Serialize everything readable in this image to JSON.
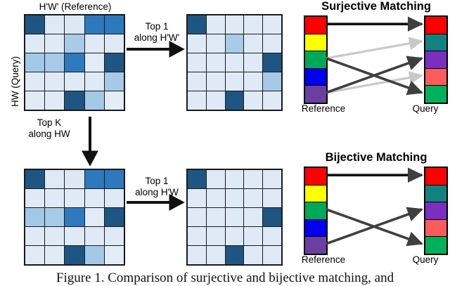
{
  "figure": {
    "caption": "Figure 1. Comparison of surjective and bijective matching, and"
  },
  "left_section": {
    "top_axis_label": "H'W' (Reference)",
    "left_axis_label": "HW (Query)",
    "vertical_op": {
      "line1": "Top K",
      "line2": "along HW"
    },
    "top_op": {
      "line1": "Top 1",
      "line2": "along H'W'"
    },
    "bottom_op": {
      "line1": "Top 1",
      "line2": "along H'W"
    }
  },
  "matrices": {
    "source": {
      "name": "similarity-matrix-source",
      "rows": 5,
      "cols": 5,
      "values": [
        [
          "#1f5582",
          "#dee9f5",
          "#dde8f4",
          "#2e79bd",
          "#2d79bd"
        ],
        [
          "#dfeaf6",
          "#dfeaf6",
          "#a8cbe8",
          "#dfeaf6",
          "#dfeaf6"
        ],
        [
          "#a3c8e7",
          "#a7cae8",
          "#2f7abe",
          "#e2ecf7",
          "#1f5582"
        ],
        [
          "#dfeaf6",
          "#dfeaf6",
          "#dfeaf6",
          "#dfeaf6",
          "#a5c9e7"
        ],
        [
          "#e0ebf6",
          "#e0ebf6",
          "#1f5582",
          "#a4c9e7",
          "#e3edf8"
        ]
      ]
    },
    "topk_filtered": {
      "name": "similarity-matrix-topk-hw",
      "rows": 5,
      "cols": 5,
      "values": [
        [
          "#1f5582",
          "#dee9f5",
          "#dde8f4",
          "#2e79bd",
          "#2d79bd"
        ],
        [
          "#dfeaf6",
          "#dfeaf6",
          "#dfeaf6",
          "#dfeaf6",
          "#dfeaf6"
        ],
        [
          "#a3c8e7",
          "#a7cae8",
          "#2f7abe",
          "#e2ecf7",
          "#1f5582"
        ],
        [
          "#dfeaf6",
          "#dfeaf6",
          "#dfeaf6",
          "#dfeaf6",
          "#dfeaf6"
        ],
        [
          "#e0ebf6",
          "#e0ebf6",
          "#1f5582",
          "#a4c9e7",
          "#e3edf8"
        ]
      ]
    },
    "surjective_result": {
      "name": "similarity-matrix-surjective-result",
      "rows": 5,
      "cols": 5,
      "values": [
        [
          "#1f5582",
          "#dfeaf6",
          "#dfeaf6",
          "#dfeaf6",
          "#dfeaf6"
        ],
        [
          "#dfeaf6",
          "#dfeaf6",
          "#a8cbe8",
          "#dfeaf6",
          "#dfeaf6"
        ],
        [
          "#dfeaf6",
          "#dfeaf6",
          "#dfeaf6",
          "#dfeaf6",
          "#1f5582"
        ],
        [
          "#dfeaf6",
          "#dfeaf6",
          "#dfeaf6",
          "#dfeaf6",
          "#a5c9e7"
        ],
        [
          "#dfeaf6",
          "#dfeaf6",
          "#1f5582",
          "#dfeaf6",
          "#dfeaf6"
        ]
      ]
    },
    "bijective_result": {
      "name": "similarity-matrix-bijective-result",
      "rows": 5,
      "cols": 5,
      "values": [
        [
          "#1f5582",
          "#dfeaf6",
          "#dfeaf6",
          "#dfeaf6",
          "#dfeaf6"
        ],
        [
          "#dfeaf6",
          "#dfeaf6",
          "#dfeaf6",
          "#dfeaf6",
          "#dfeaf6"
        ],
        [
          "#dfeaf6",
          "#dfeaf6",
          "#dfeaf6",
          "#dfeaf6",
          "#1f5582"
        ],
        [
          "#dfeaf6",
          "#dfeaf6",
          "#dfeaf6",
          "#dfeaf6",
          "#dfeaf6"
        ],
        [
          "#dfeaf6",
          "#dfeaf6",
          "#1f5582",
          "#dfeaf6",
          "#dfeaf6"
        ]
      ]
    }
  },
  "surjective_panel": {
    "title": "Surjective Matching",
    "reference_label": "Reference",
    "query_label": "Query",
    "reference_colors": [
      "#ff0000",
      "#ffff00",
      "#00a859",
      "#0000ee",
      "#6b3fa0"
    ],
    "query_colors": [
      "#ff0000",
      "#11827f",
      "#7b2fbe",
      "#fc5c5c",
      "#00b05a"
    ],
    "matches": [
      {
        "from": 0,
        "to": 0,
        "style": "dark"
      },
      {
        "from": 2,
        "to": 1,
        "style": "light"
      },
      {
        "from": 2,
        "to": 4,
        "style": "dark"
      },
      {
        "from": 4,
        "to": 2,
        "style": "dark"
      },
      {
        "from": 4,
        "to": 3,
        "style": "light"
      }
    ]
  },
  "bijective_panel": {
    "title": "Bijective Matching",
    "reference_label": "Reference",
    "query_label": "Query",
    "reference_colors": [
      "#ff0000",
      "#ffff00",
      "#00a859",
      "#0000ee",
      "#6b3fa0"
    ],
    "query_colors": [
      "#ff0000",
      "#11827f",
      "#7b2fbe",
      "#fc5c5c",
      "#00b05a"
    ],
    "matches": [
      {
        "from": 0,
        "to": 0,
        "style": "dark"
      },
      {
        "from": 2,
        "to": 4,
        "style": "dark"
      },
      {
        "from": 4,
        "to": 2,
        "style": "dark"
      }
    ]
  },
  "colors": {
    "arrow_dark": "#3f3f3f",
    "arrow_light": "#c9c9c9",
    "arrow_black": "#111111",
    "grid_line": "#1a1a1a"
  }
}
